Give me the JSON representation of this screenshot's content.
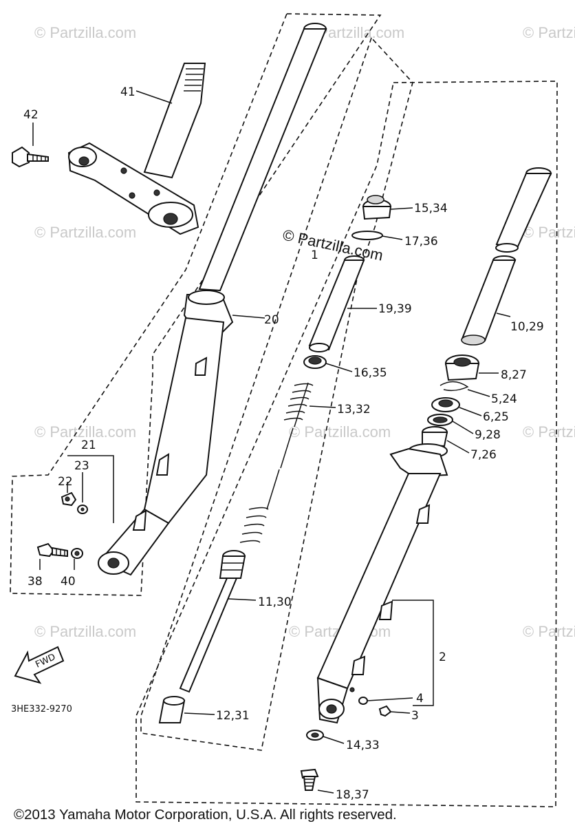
{
  "diagram": {
    "code": "3HE332-9270",
    "fwd_label": "FWD",
    "watermark": "© Partzilla.com",
    "center_watermark": "© Partzilla.com",
    "copyright": "©2013 Yamaha Motor Corporation, U.S.A. All rights reserved.",
    "callouts": {
      "c41": "41",
      "c42": "42",
      "c20": "20",
      "c21": "21",
      "c23": "23",
      "c22": "22",
      "c38": "38",
      "c40": "40",
      "c15_34": "15,34",
      "c17_36": "17,36",
      "c1": "1",
      "c19_39": "19,39",
      "c16_35": "16,35",
      "c13_32": "13,32",
      "c11_30": "11,30",
      "c12_31": "12,31",
      "c10_29": "10,29",
      "c8_27": "8,27",
      "c5_24": "5,24",
      "c6_25": "6,25",
      "c9_28": "9,28",
      "c7_26": "7,26",
      "c2": "2",
      "c4": "4",
      "c3": "3",
      "c14_33": "14,33",
      "c18_37": "18,37"
    }
  }
}
